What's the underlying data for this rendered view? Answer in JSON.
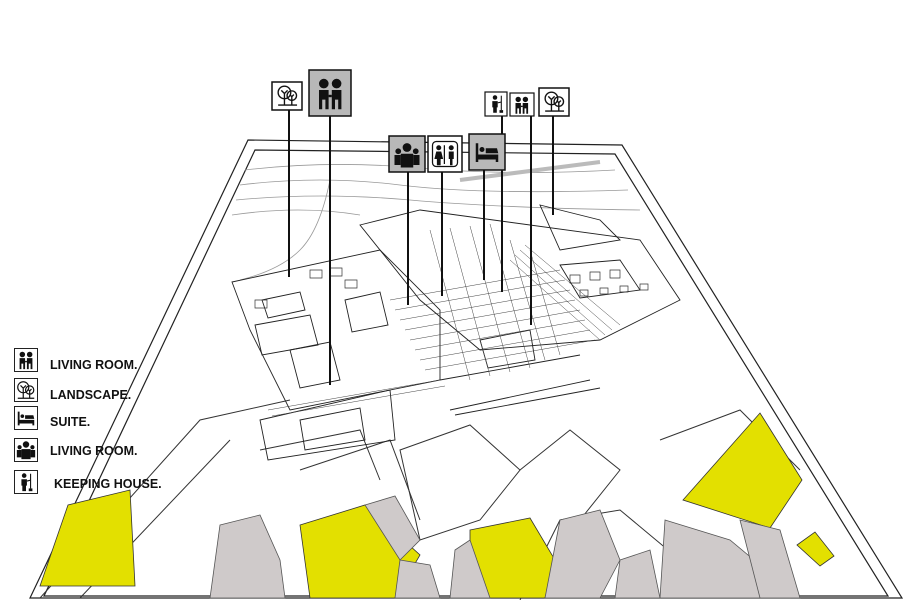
{
  "colors": {
    "highlight": "#e3e000",
    "building": "#cfcaca",
    "line": "#222222",
    "sign_gray": "#b8b8b8"
  },
  "legend": [
    {
      "icon": "meeting-people-icon",
      "label": "LIVING ROOM."
    },
    {
      "icon": "trees-icon",
      "label": "LANDSCAPE."
    },
    {
      "icon": "bed-icon",
      "label": "SUITE."
    },
    {
      "icon": "group-icon",
      "label": "LIVING ROOM."
    },
    {
      "icon": "housekeeper-icon",
      "label": "KEEPING HOUSE."
    }
  ],
  "markers": [
    {
      "icon": "trees-icon"
    },
    {
      "icon": "meeting-people-icon"
    },
    {
      "icon": "group-icon"
    },
    {
      "icon": "restroom-icon"
    },
    {
      "icon": "bed-icon"
    },
    {
      "icon": "housekeeper-icon"
    },
    {
      "icon": "meeting-people-icon"
    },
    {
      "icon": "trees-icon"
    }
  ]
}
